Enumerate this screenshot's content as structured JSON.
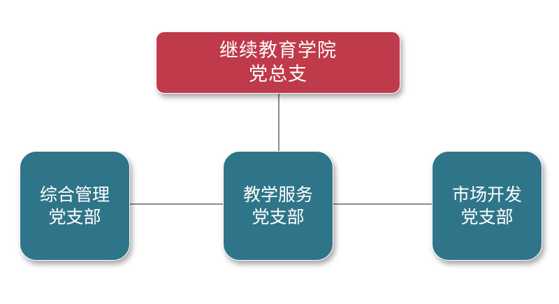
{
  "diagram": {
    "root": {
      "line1": "继续教育学院",
      "line2": "党总支",
      "color": "#bf3a4a"
    },
    "children": [
      {
        "line1": "综合管理",
        "line2": "党支部",
        "color": "#2f7589"
      },
      {
        "line1": "教学服务",
        "line2": "党支部",
        "color": "#2f7589"
      },
      {
        "line1": "市场开发",
        "line2": "党支部",
        "color": "#2f7589"
      }
    ],
    "connector_color": "#8c8c8c"
  }
}
